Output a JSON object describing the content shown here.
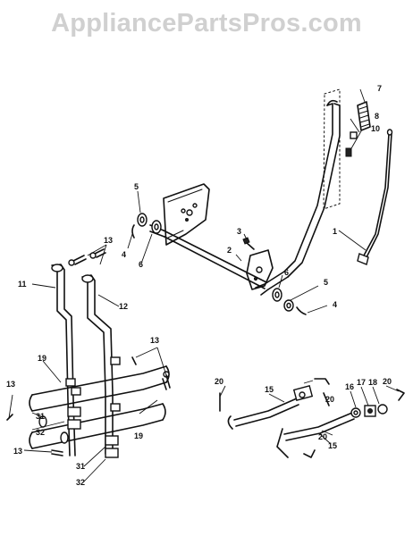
{
  "watermark": "AppliancePartsPros.com",
  "callouts": {
    "c1": "1",
    "c2": "2",
    "c3": "3",
    "c4a": "4",
    "c4b": "4",
    "c5a": "5",
    "c5b": "5",
    "c6a": "6",
    "c6b": "6",
    "c7": "7",
    "c8": "8",
    "c10": "10",
    "c11": "11",
    "c12": "12",
    "c13a": "13",
    "c13b": "13",
    "c13c": "13",
    "c13d": "13",
    "c15a": "15",
    "c15b": "15",
    "c16": "16",
    "c17": "17",
    "c18": "18",
    "c19a": "19",
    "c19b": "19",
    "c20a": "20",
    "c20b": "20",
    "c20c": "20",
    "c20d": "20",
    "c31a": "31",
    "c31b": "31",
    "c32a": "32",
    "c32b": "32"
  }
}
